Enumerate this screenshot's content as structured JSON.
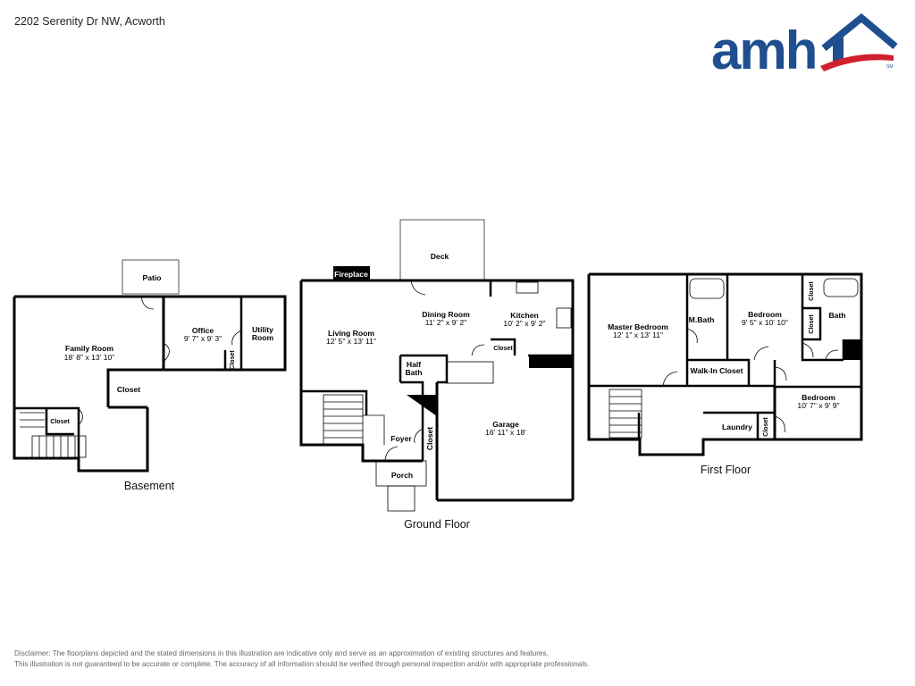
{
  "header": {
    "address": "2202 Serenity Dr NW, Acworth"
  },
  "logo": {
    "text": "amh",
    "tm": "SM",
    "colors": {
      "primary": "#1f4f8f",
      "swoosh": "#d0202e"
    }
  },
  "floors": {
    "basement": {
      "label": "Basement",
      "rooms": {
        "patio": "Patio",
        "family_room": {
          "name": "Family Room",
          "dims": "18' 8\" x 13' 10\""
        },
        "office": {
          "name": "Office",
          "dims": "9' 7\" x 9' 3\""
        },
        "utility_room": {
          "line1": "Utility",
          "line2": "Room"
        },
        "closet_main": "Closet",
        "closet_office": "Closet",
        "closet_stairs": "Closet"
      }
    },
    "ground": {
      "label": "Ground Floor",
      "rooms": {
        "deck": "Deck",
        "fireplace": "Fireplace",
        "living_room": {
          "name": "Living Room",
          "dims": "12' 5\" x 13' 11\""
        },
        "dining_room": {
          "name": "Dining Room",
          "dims": "11' 2\" x 9' 2\""
        },
        "kitchen": {
          "name": "Kitchen",
          "dims": "10' 2\" x 9' 2\""
        },
        "closet_kitchen": "Closet",
        "half_bath": {
          "line1": "Half",
          "line2": "Bath"
        },
        "garage": {
          "name": "Garage",
          "dims": "16' 11\" x 18'"
        },
        "foyer": "Foyer",
        "closet_foyer": "Closet",
        "porch": "Porch"
      }
    },
    "first": {
      "label": "First Floor",
      "rooms": {
        "master_bedroom": {
          "name": "Master Bedroom",
          "dims": "12' 1\" x 13' 11\""
        },
        "m_bath": "M.Bath",
        "walk_in_closet": "Walk-In Closet",
        "bedroom_2": {
          "name": "Bedroom",
          "dims": "9' 5\" x 10' 10\""
        },
        "bath": "Bath",
        "closet_a": "Closet",
        "closet_b": "Closet",
        "bedroom_3": {
          "name": "Bedroom",
          "dims": "10' 7\" x 9' 9\""
        },
        "laundry": "Laundry",
        "closet_c": "Closet"
      }
    }
  },
  "disclaimer": {
    "line1": "Disclaimer: The floorplans depicted and the stated dimensions in this illustration are indicative only and serve as an approximation of existing structures and features.",
    "line2": "This illustration is not guaranteed to be accurate or complete. The accuracy of all information should be verified through personal inspection and/or with appropriate professionals."
  }
}
